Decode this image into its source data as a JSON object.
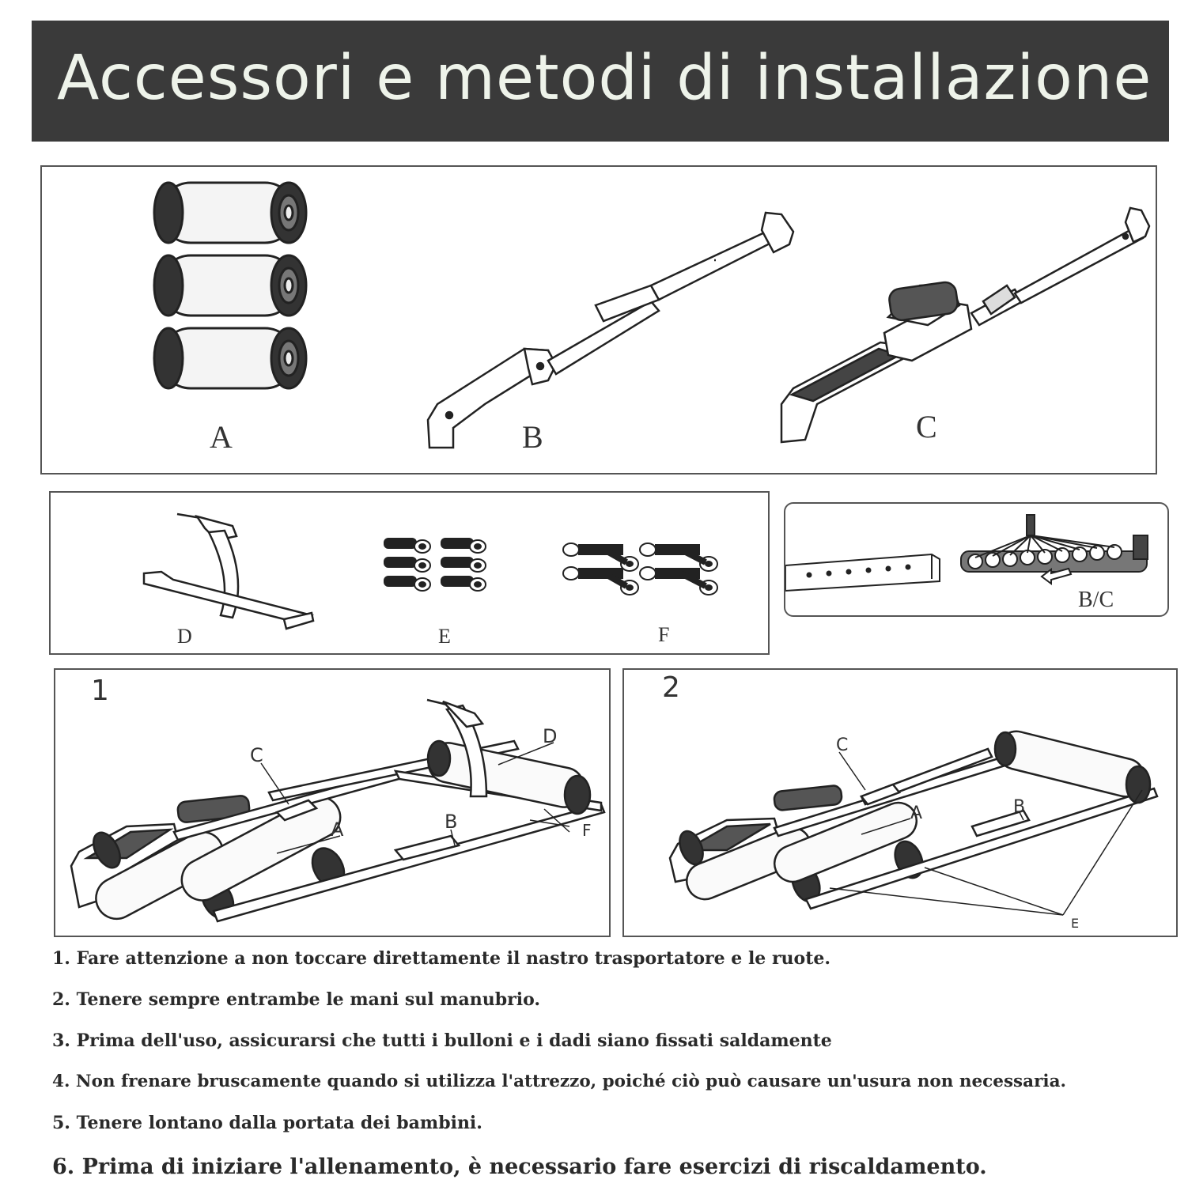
{
  "title": "Accessori e metodi di installazione",
  "parts_panel": {
    "labels": [
      "A",
      "B",
      "C"
    ]
  },
  "hardware_panel": {
    "labels": [
      "D",
      "E",
      "F"
    ]
  },
  "chain_panel": {
    "label": "B/C"
  },
  "step1": {
    "number": "1",
    "callouts": [
      "C",
      "D",
      "A",
      "B",
      "F"
    ]
  },
  "step2": {
    "number": "2",
    "callouts": [
      "C",
      "A",
      "B",
      "E"
    ]
  },
  "notes": [
    "1. Fare attenzione a non toccare direttamente il nastro trasportatore e le ruote.",
    "2. Tenere sempre entrambe le mani sul manubrio.",
    "3. Prima dell'uso, assicurarsi che tutti i bulloni e i dadi siano fissati saldamente",
    "4. Non frenare bruscamente quando si utilizza l'attrezzo, poiché ciò può causare un'usura non necessaria.",
    "5. Tenere lontano dalla portata dei bambini.",
    "6. Prima di iniziare l'allenamento, è necessario fare esercizi di riscaldamento."
  ]
}
